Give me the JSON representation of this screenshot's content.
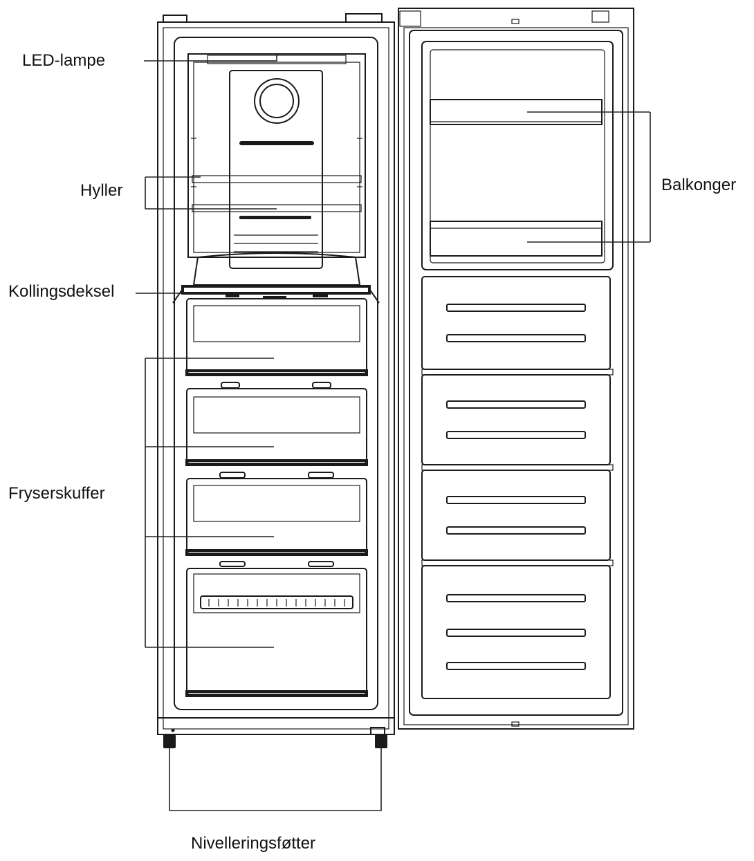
{
  "labels": {
    "led_lamp": "LED-lampe",
    "shelves": "Hyller",
    "cooling_cover": "Kollingsdeksel",
    "freezer_drawers": "Fryserskuffer",
    "balconies": "Balkonger",
    "leveling_feet": "Nivelleringsføtter"
  },
  "colors": {
    "line": "#1a1a1a",
    "background": "#ffffff",
    "text": "#111111"
  }
}
